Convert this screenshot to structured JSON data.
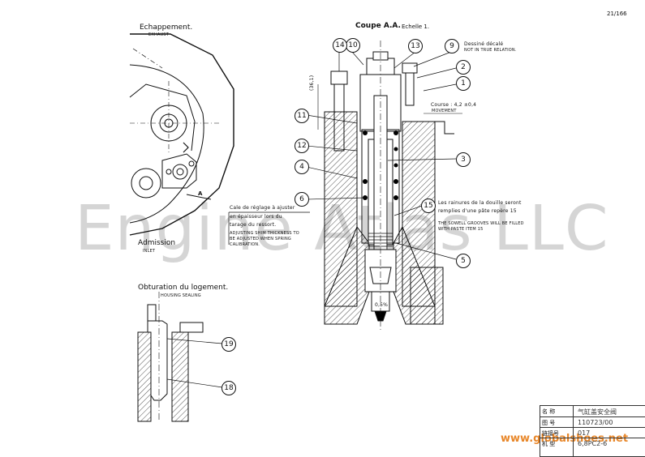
{
  "page_number": "21/166",
  "sections": {
    "exhaust_title": "Echappement.",
    "exhaust_sub": "EXHAUST",
    "inlet_title": "Admission",
    "inlet_sub": "INLET",
    "section_title": "Coupe A.A.",
    "scale": "Echelle 1.",
    "housing_title": "Obturation du logement.",
    "housing_sub": "HOUSING SEALING"
  },
  "notes": {
    "not_true_fr": "Dessiné décalé",
    "not_true_en": "NOT IN TRUE RELATION.",
    "course_fr": "Course : 4,2 ±0,4",
    "course_en": "MOVEMENT",
    "shim_fr_1": "Cale de réglage à ajuster",
    "shim_fr_2": "en épaisseur lors du",
    "shim_fr_3": "tarage du ressort.",
    "shim_en_1": "ADJUSTING SHIM THICKNESS TO",
    "shim_en_2": "BE ADJUSTED WHEN SPRING",
    "shim_en_3": "CALIBRATION.",
    "grooves_fr_1": "Les rainures de la douille seront",
    "grooves_fr_2": "remplies d'une pâte repère 15",
    "grooves_en_1": "THE SOWELL GROOVES WILL BE FILLED",
    "grooves_en_2": "WITH PASTE ITEM 15",
    "dim_1": "(36,1)",
    "dim_2": "0,5%",
    "dim_3": "A"
  },
  "balloons": [
    "14",
    "10",
    "13",
    "9",
    "2",
    "1",
    "11",
    "12",
    "3",
    "4",
    "6",
    "15",
    "5",
    "19",
    "18"
  ],
  "title_block": {
    "rows": [
      {
        "label": "名 称",
        "value": "气缸盖安全阀"
      },
      {
        "label": "图 号",
        "value": "110723/00"
      },
      {
        "label": "链接号",
        "value": "017"
      },
      {
        "label": "机 型",
        "value": "6,8PC2-6"
      }
    ]
  },
  "watermark": "Engine Atlas LLC",
  "website": "www.globalshoes.net"
}
